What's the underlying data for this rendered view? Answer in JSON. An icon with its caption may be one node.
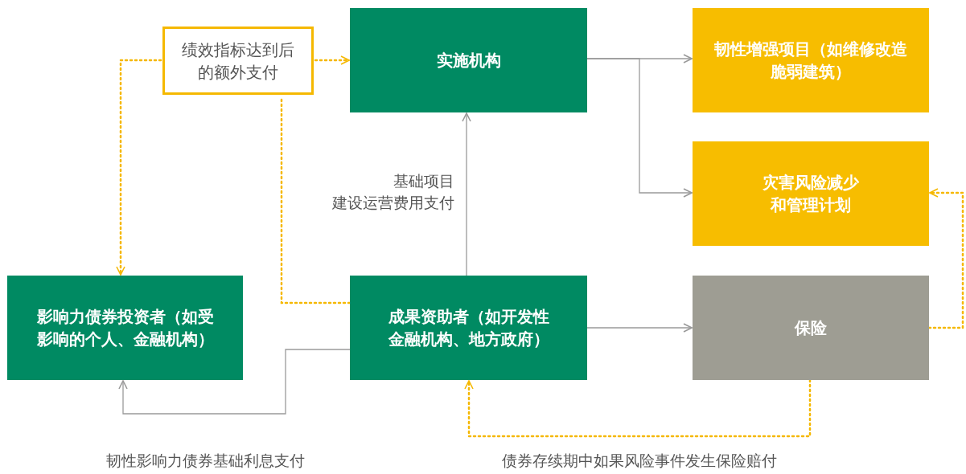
{
  "diagram": {
    "nodes": [
      {
        "text": [
          "绩效指标达到后的额外支付"
        ]
      },
      {
        "text": [
          "实施机构"
        ]
      },
      {
        "text": [
          "韧性增强项目（如维修改造脆弱建筑）"
        ]
      },
      {
        "text": [
          "灾害风险减少和管理计划"
        ]
      },
      {
        "text": [
          "影响力债券投资者（如受影响的个人、金融机构）"
        ]
      },
      {
        "text": [
          "成果资助者（如开发性金融机构、地方政府）"
        ]
      },
      {
        "text": [
          "保险"
        ]
      }
    ],
    "edges": [
      {
        "from": 0,
        "to": 4,
        "arrow": "to",
        "style": "dashed",
        "color": "#f5b800"
      },
      {
        "from": 0,
        "to": 1,
        "arrow": "to",
        "style": "dashed",
        "color": "#f5b800"
      },
      {
        "from": 5,
        "to": 0,
        "arrow": "none",
        "style": "dashed",
        "color": "#f5b800"
      },
      {
        "from": 1,
        "to": 2,
        "arrow": "to",
        "color": "#9a9a9a"
      },
      {
        "from": 1,
        "to": 3,
        "arrow": "to",
        "color": "#9a9a9a"
      },
      {
        "from": 5,
        "to": 1,
        "arrow": "to",
        "color": "#9a9a9a",
        "label": "基础项目建设运营费用支付"
      },
      {
        "from": 5,
        "to": 6,
        "arrow": "to",
        "color": "#9a9a9a"
      },
      {
        "from": 5,
        "to": 4,
        "arrow": "to",
        "color": "#9a9a9a",
        "label": "韧性影响力债券基础利息支付"
      },
      {
        "from": 6,
        "to": 3,
        "arrow": "to",
        "style": "dashed",
        "color": "#f5b800"
      },
      {
        "from": 6,
        "to": 5,
        "arrow": "to",
        "style": "dashed",
        "color": "#f5b800",
        "label": "债券存续期中如果风险事件发生保险赔付"
      }
    ]
  }
}
